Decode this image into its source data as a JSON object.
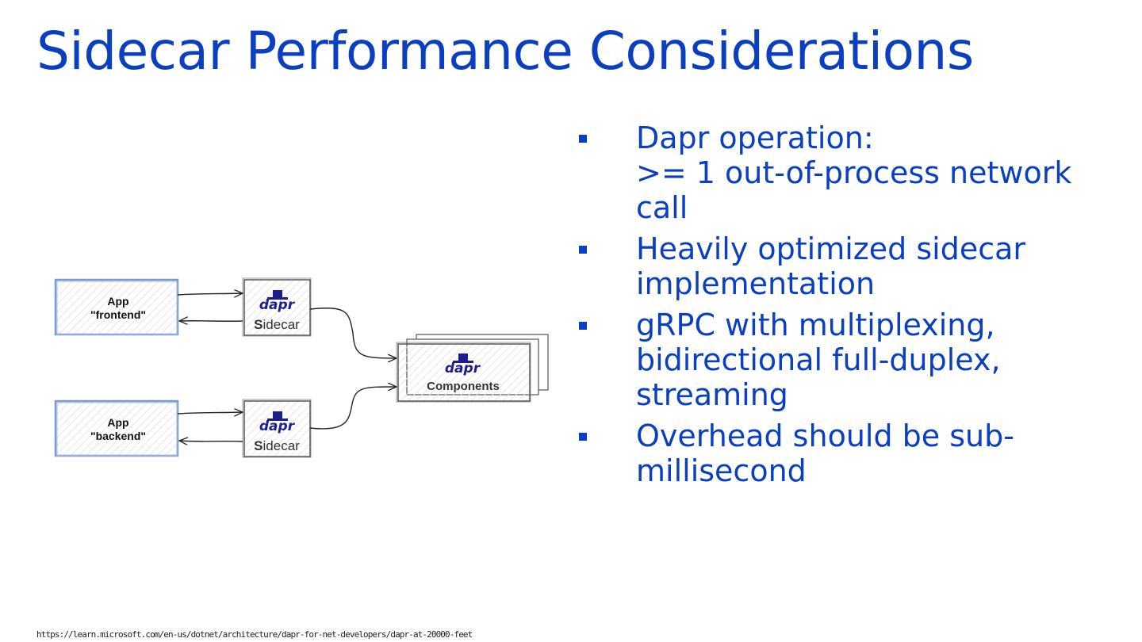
{
  "slide": {
    "title": "Sidecar Performance Considerations",
    "bullets": [
      {
        "lines": [
          "Dapr operation:",
          ">= 1 out-of-process network",
          "call"
        ]
      },
      {
        "lines": [
          "Heavily optimized sidecar",
          "implementation"
        ]
      },
      {
        "lines": [
          "gRPC with multiplexing,",
          "bidirectional full-duplex,",
          "streaming"
        ]
      },
      {
        "lines": [
          "Overhead should be sub-",
          "millisecond"
        ]
      }
    ],
    "footnote": "https://learn.microsoft.com/en-us/dotnet/architecture/dapr-for-net-developers/dapr-at-20000-feet"
  },
  "diagram": {
    "frontend": {
      "line1": "App",
      "line2": "\"frontend\""
    },
    "backend": {
      "line1": "App",
      "line2": "\"backend\""
    },
    "sidecar_label": "Sidecar",
    "sidecar_label_first": "S",
    "sidecar_label_rest": "idecar",
    "components_label": "Components",
    "logo_text": "dapr"
  },
  "colors": {
    "title": "#0a3fbf",
    "app_box_stroke": "#7b9bd1",
    "sketch_stroke": "#5a5a5a",
    "logo": "#1b1e8c"
  },
  "icons": [
    "dapr-logo-icon",
    "bullet-square-icon",
    "arrow-icon"
  ]
}
